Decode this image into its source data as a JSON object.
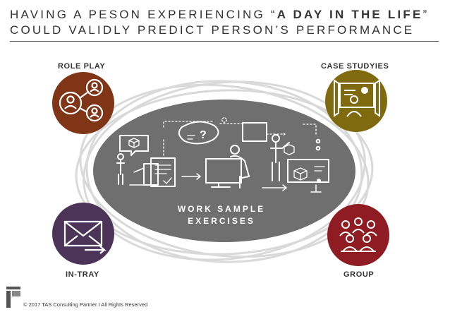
{
  "header": {
    "title_line1_prefix": "HAVING A PESON EXPERIENCING “",
    "title_line1_emphasis": "A DAY IN THE LIFE",
    "title_line1_suffix": "”",
    "title_line2": "COULD VALIDLY PREDICT PERSON’S PERFORMANCE"
  },
  "center": {
    "line1": "WORK SAMPLE",
    "line2": "EXERCISES"
  },
  "categories": [
    {
      "label": "ROLE PLAY",
      "color": "#7f3516",
      "icon": "people-network-icon"
    },
    {
      "label": "CASE STUDYIES",
      "color": "#806a0f",
      "icon": "presentation-screen-icon"
    },
    {
      "label": "IN-TRAY",
      "color": "#4b3457",
      "icon": "envelope-icon"
    },
    {
      "label": "GROUP",
      "color": "#8e1c22",
      "icon": "group-people-icon"
    }
  ],
  "colors": {
    "ellipse": "#6f6f6f",
    "orbit_lines": "#d9d9d9"
  },
  "footer": {
    "copyright": "© 2017 TAS Consulting Partner  I  All Rights Reserved"
  }
}
